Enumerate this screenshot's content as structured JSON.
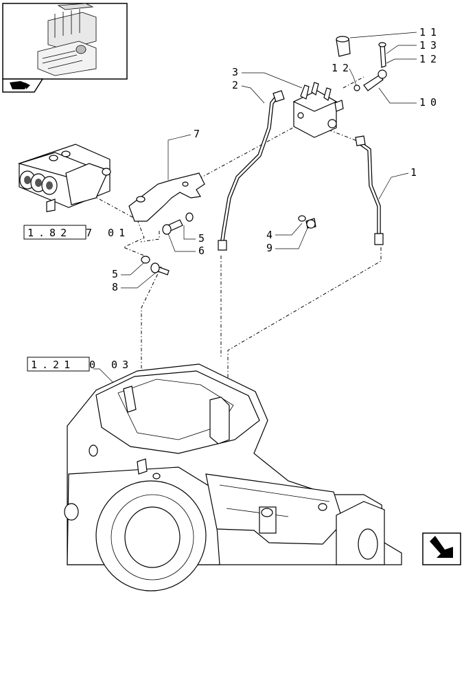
{
  "callouts": {
    "c11": "11",
    "c13": "13",
    "c12a": "12",
    "c12b": "12",
    "c10": "10",
    "c3": "3",
    "c2": "2",
    "c7": "7",
    "c1": "1",
    "c4": "4",
    "c9": "9",
    "c5a": "5",
    "c6": "6",
    "c5b": "5",
    "c8": "8"
  },
  "references": {
    "ref_top_box": "1.82",
    "ref_top_tail": "7 01",
    "ref_bottom_box": "1.21",
    "ref_bottom_tail": "0 03"
  },
  "icons": {
    "thumbnail": "assembly-thumbnail-icon",
    "book": "book-icon",
    "next": "next-page-arrow-icon"
  }
}
